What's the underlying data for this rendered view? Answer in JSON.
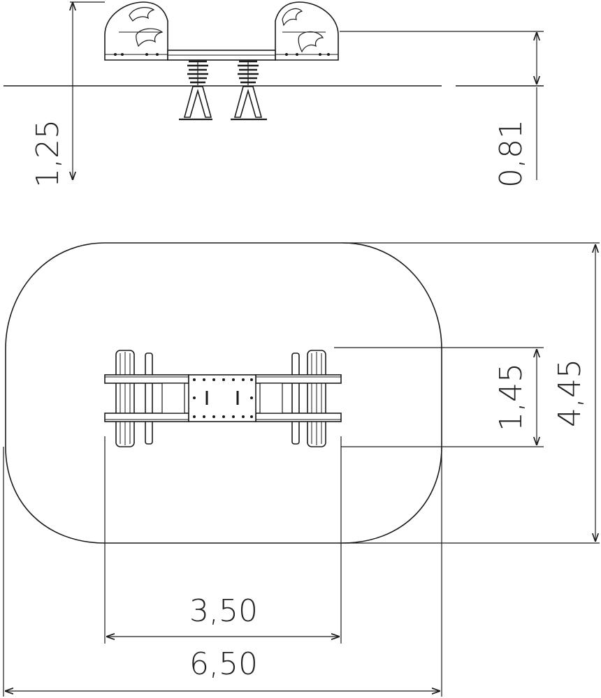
{
  "colors": {
    "line": "#1a1a1a",
    "fill": "#ffffff",
    "accent": "#000000"
  },
  "side_view": {
    "dimensions": {
      "total_height": "1,25",
      "seat_height": "0,81"
    }
  },
  "plan_view": {
    "dimensions": {
      "equipment_depth": "1,45",
      "area_depth": "4,45",
      "equipment_length": "3,50",
      "area_length": "6,50"
    }
  }
}
